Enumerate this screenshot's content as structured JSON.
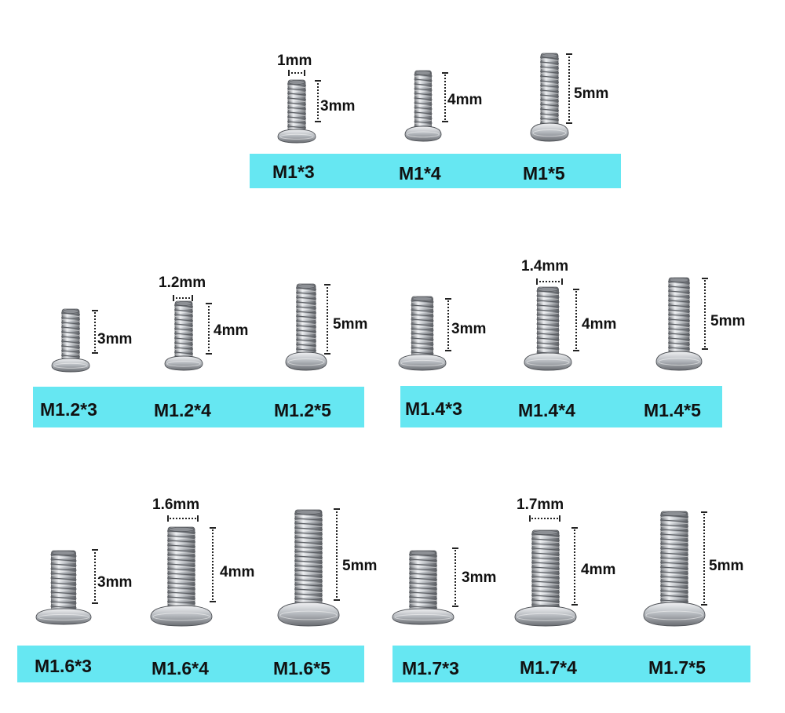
{
  "groups": [
    {
      "id": "m1",
      "labels": [
        "M1*3",
        "M1*4",
        "M1*5"
      ],
      "diameter": "1mm",
      "lengths": [
        "3mm",
        "4mm",
        "5mm"
      ]
    },
    {
      "id": "m12",
      "labels": [
        "M1.2*3",
        "M1.2*4",
        "M1.2*5"
      ],
      "diameter": "1.2mm",
      "lengths": [
        "3mm",
        "4mm",
        "5mm"
      ]
    },
    {
      "id": "m14",
      "labels": [
        "M1.4*3",
        "M1.4*4",
        "M1.4*5"
      ],
      "diameter": "1.4mm",
      "lengths": [
        "3mm",
        "4mm",
        "5mm"
      ]
    },
    {
      "id": "m16",
      "labels": [
        "M1.6*3",
        "M1.6*4",
        "M1.6*5"
      ],
      "diameter": "1.6mm",
      "lengths": [
        "3mm",
        "4mm",
        "5mm"
      ]
    },
    {
      "id": "m17",
      "labels": [
        "M1.7*3",
        "M1.7*4",
        "M1.7*5"
      ],
      "diameter": "1.7mm",
      "lengths": [
        "3mm",
        "4mm",
        "5mm"
      ]
    }
  ],
  "colors": {
    "label_bar": "#66e7f2",
    "screw_metal": "#bfc2c6",
    "text": "#111111"
  }
}
